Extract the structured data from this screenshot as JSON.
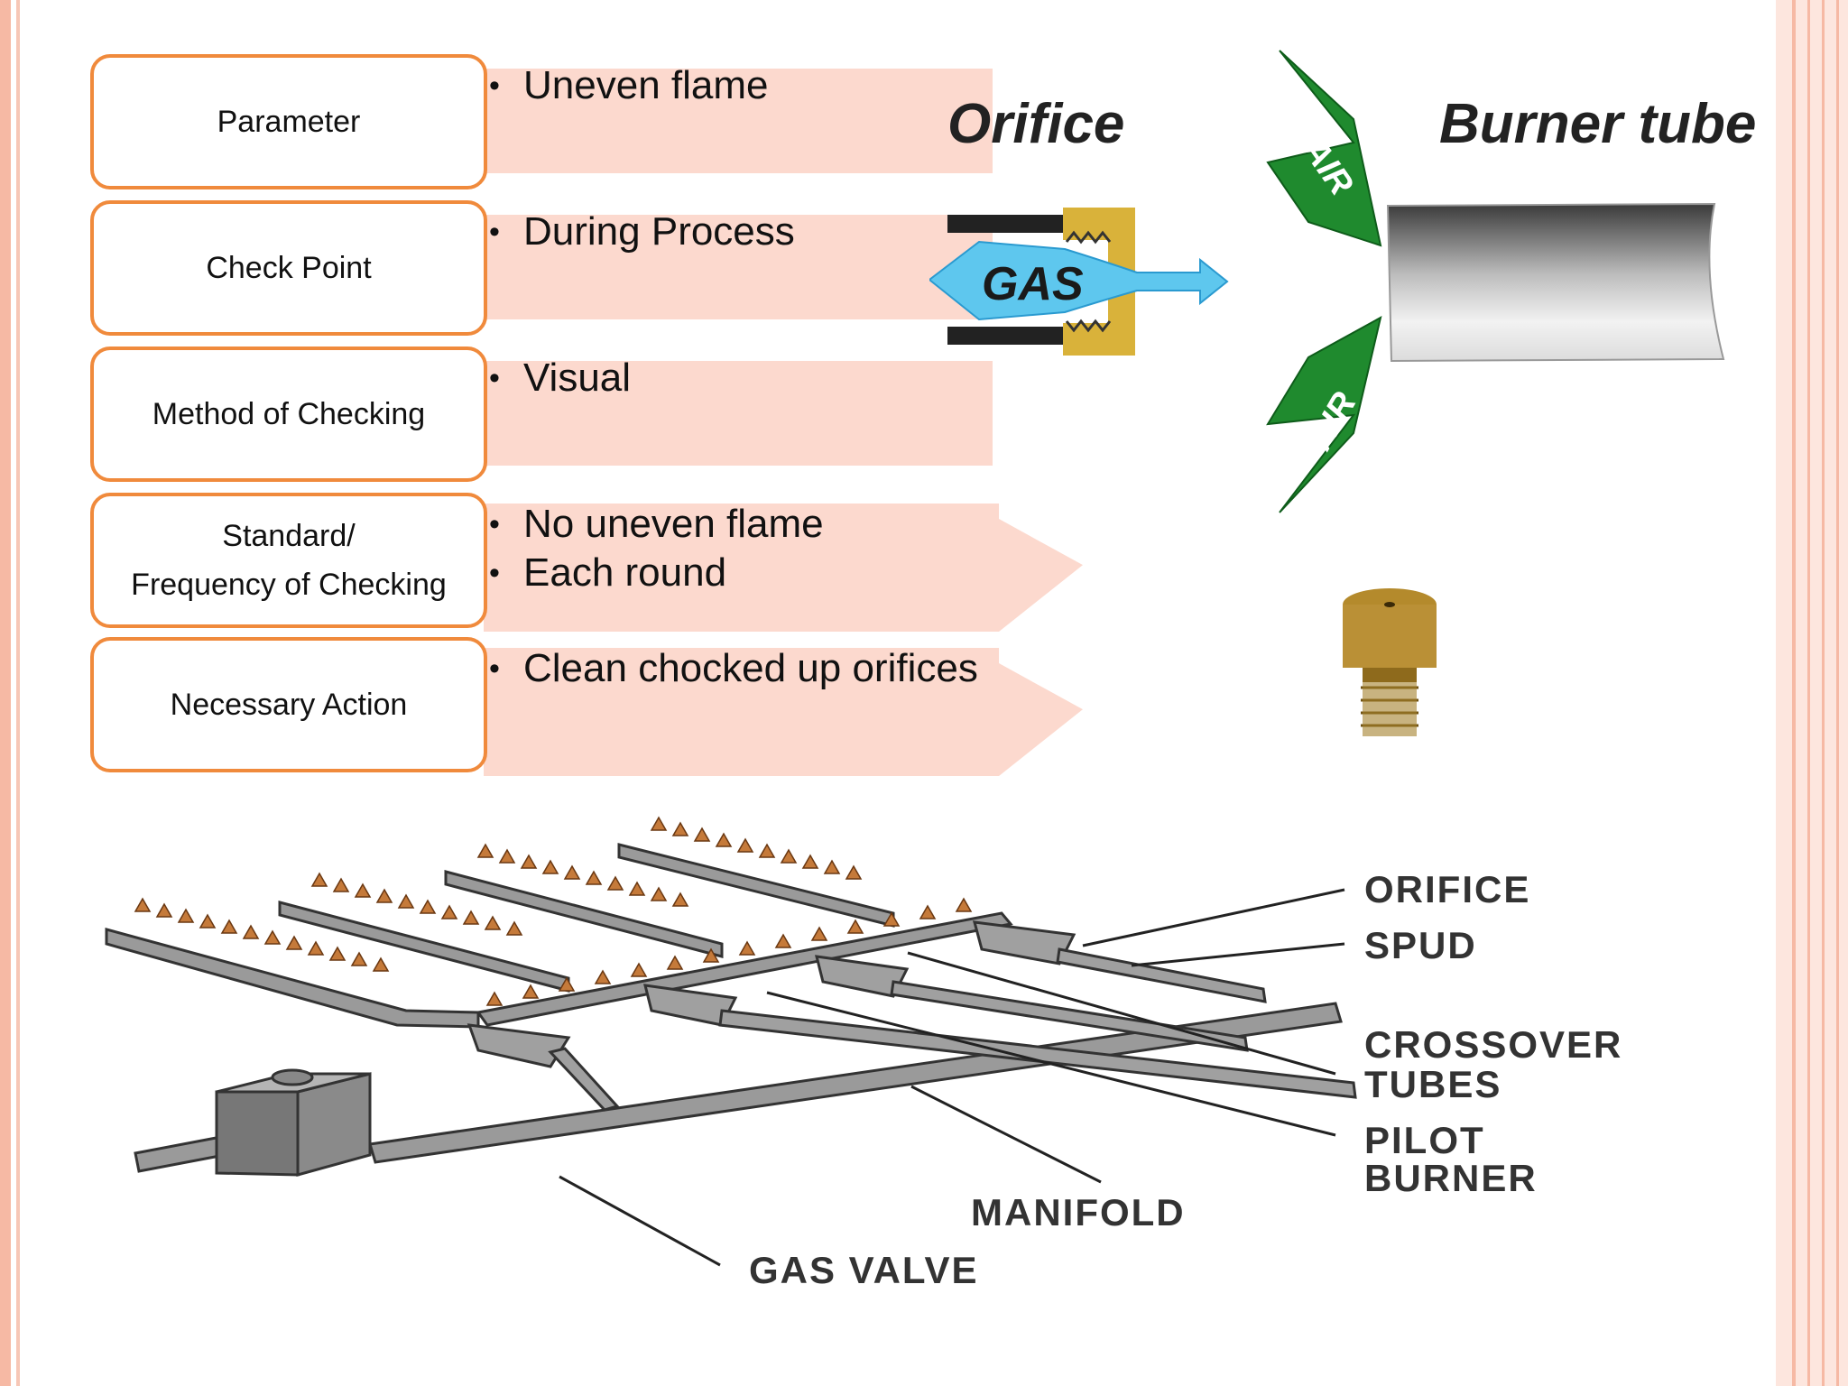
{
  "rows": [
    {
      "label": "Parameter",
      "values": [
        "Uneven flame"
      ]
    },
    {
      "label": "Check Point",
      "values": [
        "During Process"
      ]
    },
    {
      "label": "Method of Checking",
      "values": [
        "Visual"
      ]
    },
    {
      "label_lines": [
        "Standard/",
        "Frequency of Checking"
      ],
      "values": [
        "No uneven flame",
        "Each round"
      ]
    },
    {
      "label": "Necessary Action",
      "values": [
        "Clean chocked up orifices"
      ]
    }
  ],
  "top_diagram": {
    "orifice_title": "Orifice",
    "burner_title": "Burner tube",
    "gas_label": "GAS",
    "air_label_top": "AIR",
    "air_label_bottom": "AIR"
  },
  "burner_diagram": {
    "labels": {
      "orifice": "ORIFICE",
      "spud": "SPUD",
      "crossover_line1": "CROSSOVER",
      "crossover_line2": "TUBES",
      "pilot_line1": "PILOT",
      "pilot_line2": "BURNER",
      "manifold": "MANIFOLD",
      "gas_valve": "GAS VALVE"
    }
  }
}
